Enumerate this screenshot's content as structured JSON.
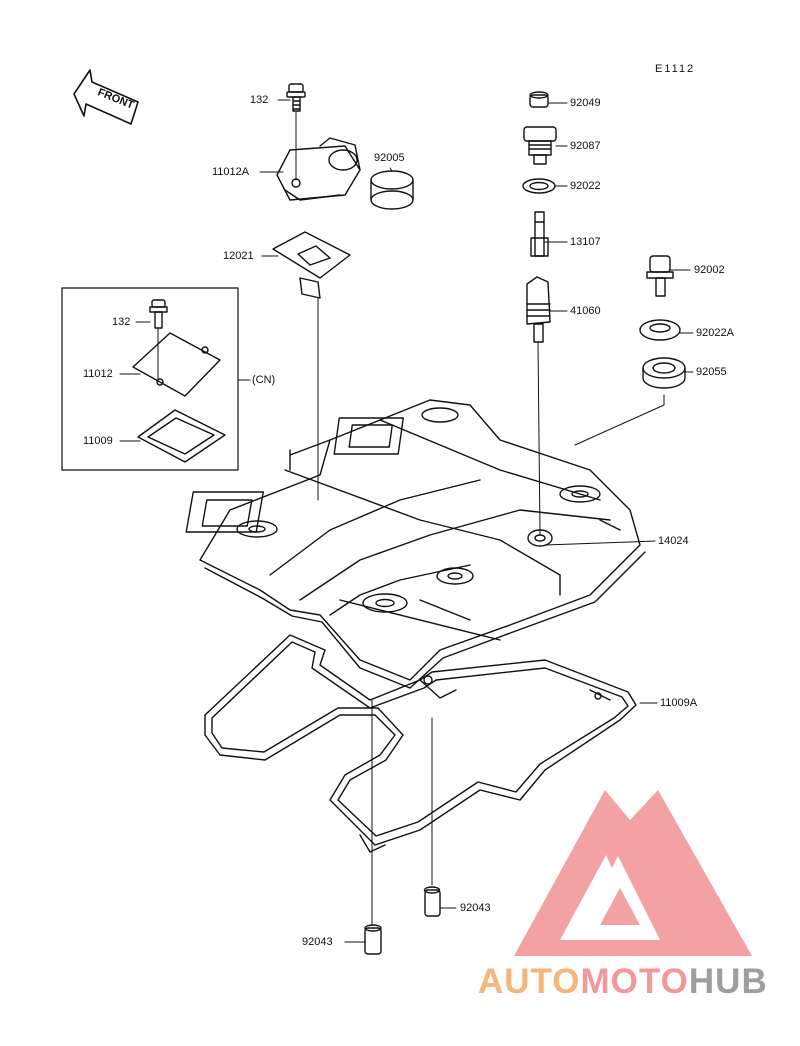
{
  "diagram_code": "E1112",
  "front_label": "FRONT",
  "labels": {
    "p132_top": "132",
    "p11012A": "11012A",
    "p92005": "92005",
    "p12021": "12021",
    "p132_inset": "132",
    "p11012": "11012",
    "p11009": "11009",
    "cn": "(CN)",
    "p92049": "92049",
    "p92087": "92087",
    "p92022": "92022",
    "p13107": "13107",
    "p41060": "41060",
    "p92002": "92002",
    "p92022A": "92022A",
    "p92055": "92055",
    "p14024": "14024",
    "p11009A": "11009A",
    "p92043_right": "92043",
    "p92043_left": "92043"
  },
  "watermark": {
    "part1": "AUTO",
    "part2": "MOTO",
    "part3": "HUB",
    "colors": {
      "part1": "#f5b67b",
      "part2": "#f29a9a",
      "part3": "#9e9e9e",
      "triangle": "#f08b8b"
    }
  }
}
